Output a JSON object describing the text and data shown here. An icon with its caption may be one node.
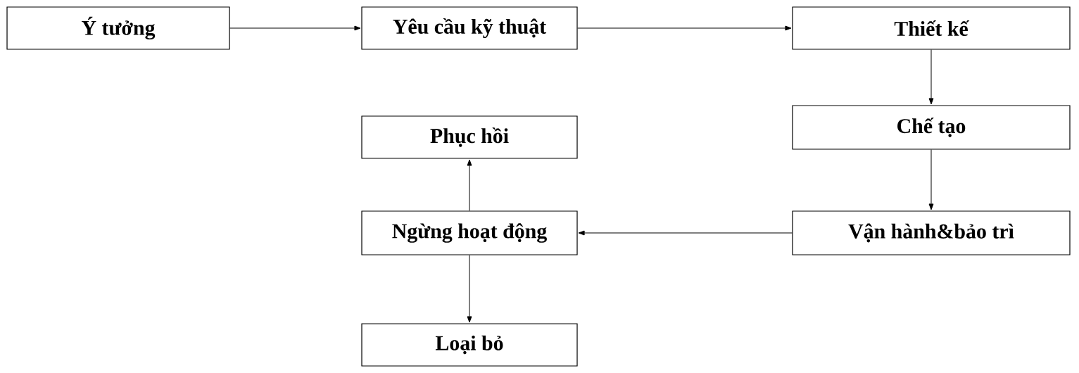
{
  "diagram": {
    "nodes": [
      {
        "text": [
          "Ý tưởng"
        ]
      },
      {
        "text": [
          "Yêu cầu kỹ thuật"
        ]
      },
      {
        "text": [
          "Thiết kế"
        ]
      },
      {
        "text": [
          "Chế tạo"
        ]
      },
      {
        "text": [
          "Vận hành&bảo trì"
        ]
      },
      {
        "text": [
          "Ngừng hoạt động"
        ]
      },
      {
        "text": [
          "Phục hồi"
        ]
      },
      {
        "text": [
          "Loại bỏ"
        ]
      }
    ],
    "edges": [
      {
        "from": 0,
        "to": 1,
        "arrow": "to"
      },
      {
        "from": 1,
        "to": 2,
        "arrow": "to"
      },
      {
        "from": 2,
        "to": 3,
        "arrow": "to"
      },
      {
        "from": 3,
        "to": 4,
        "arrow": "to"
      },
      {
        "from": 4,
        "to": 5,
        "arrow": "to"
      },
      {
        "from": 5,
        "to": 6,
        "arrow": "to"
      },
      {
        "from": 5,
        "to": 7,
        "arrow": "to"
      }
    ]
  }
}
